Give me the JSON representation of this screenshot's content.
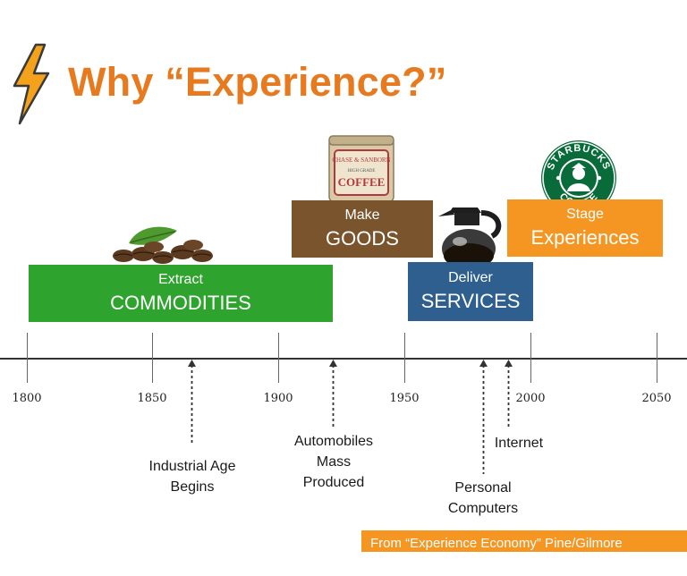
{
  "title": "Why “Experience?”",
  "icons": {
    "bolt": "lightning-bolt-icon"
  },
  "colors": {
    "title": "#e77a1e",
    "commodities": "#2ea32e",
    "goods": "#7a542d",
    "services": "#2e5f8f",
    "experiences": "#f59622"
  },
  "economies": {
    "commodities": {
      "sub": "Extract",
      "main": "COMMODITIES"
    },
    "goods": {
      "sub": "Make",
      "main": "GOODS"
    },
    "services": {
      "sub": "Deliver",
      "main": "SERVICES"
    },
    "experiences": {
      "sub": "Stage",
      "main": "Experiences"
    }
  },
  "images": {
    "coffee_can": {
      "line1": "CHASE & SANBORN",
      "line2": "HIGH GRADE",
      "line3": "COFFEE"
    },
    "starbucks_logo": {
      "top": "STARBUCKS",
      "bottom": "COFFEE"
    }
  },
  "timeline": {
    "ticks": [
      "1800",
      "1850",
      "1900",
      "1950",
      "2000",
      "2050"
    ],
    "events": [
      {
        "line1": "Industrial Age",
        "line2": "Begins"
      },
      {
        "line1": "Automobiles",
        "line2": "Mass",
        "line3": "Produced"
      },
      {
        "line1": "Internet"
      },
      {
        "line1": "Personal",
        "line2": "Computers"
      }
    ]
  },
  "citation": "From “Experience Economy” Pine/Gilmore"
}
